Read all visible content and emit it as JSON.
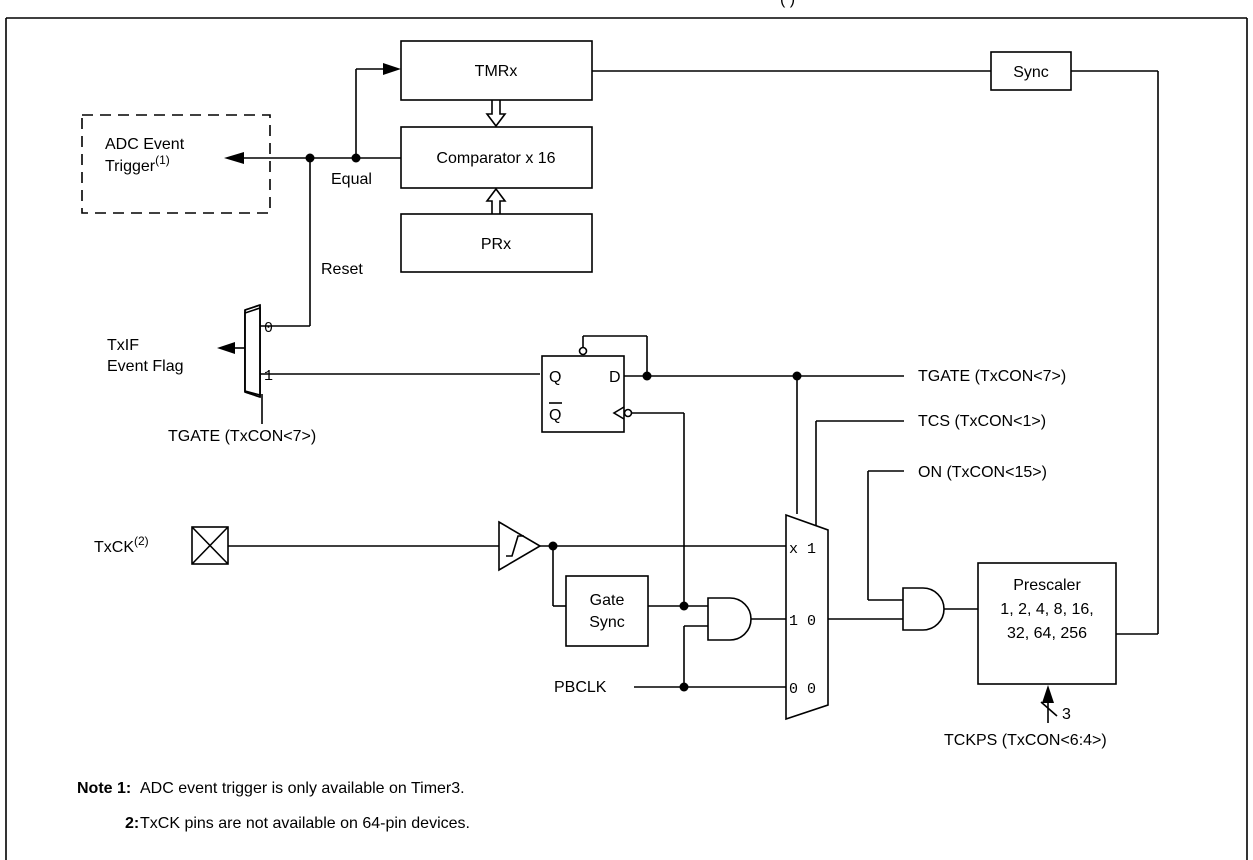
{
  "header": {
    "title_fragment": "(          )"
  },
  "blocks": {
    "tmr": "TMRx",
    "comparator": "Comparator x 16",
    "pr": "PRx",
    "sync": "Sync",
    "adc_event_line1": "ADC Event",
    "adc_event_line2": "Trigger",
    "adc_event_sup": "(1)",
    "gate_sync_line1": "Gate",
    "gate_sync_line2": "Sync",
    "prescaler_line1": "Prescaler",
    "prescaler_line2": "1, 2, 4, 8, 16,",
    "prescaler_line3": "32, 64, 256"
  },
  "signals": {
    "equal": "Equal",
    "reset": "Reset",
    "txif_line1": "TxIF",
    "txif_line2": "Event Flag",
    "tgate_mux": "TGATE (TxCON<7>)",
    "tgate_right": "TGATE (TxCON<7>)",
    "tcs": "TCS (TxCON<1>)",
    "on": "ON (TxCON<15>)",
    "txck": "TxCK",
    "txck_sup": "(2)",
    "pbclk": "PBCLK",
    "tckps": "TCKPS (TxCON<6:4>)",
    "bus_width": "3"
  },
  "mux_inputs": {
    "left_top": "0",
    "left_bottom": "1",
    "x1": "x 1",
    "10": "1 0",
    "00": "0 0"
  },
  "flipflop": {
    "q": "Q",
    "d": "D",
    "qbar": "Q"
  },
  "notes": {
    "note1_label": "Note 1:",
    "note1_text": "ADC event trigger is only available on Timer3.",
    "note2_label": "2:",
    "note2_text": "TxCK pins are not available on 64-pin devices."
  }
}
